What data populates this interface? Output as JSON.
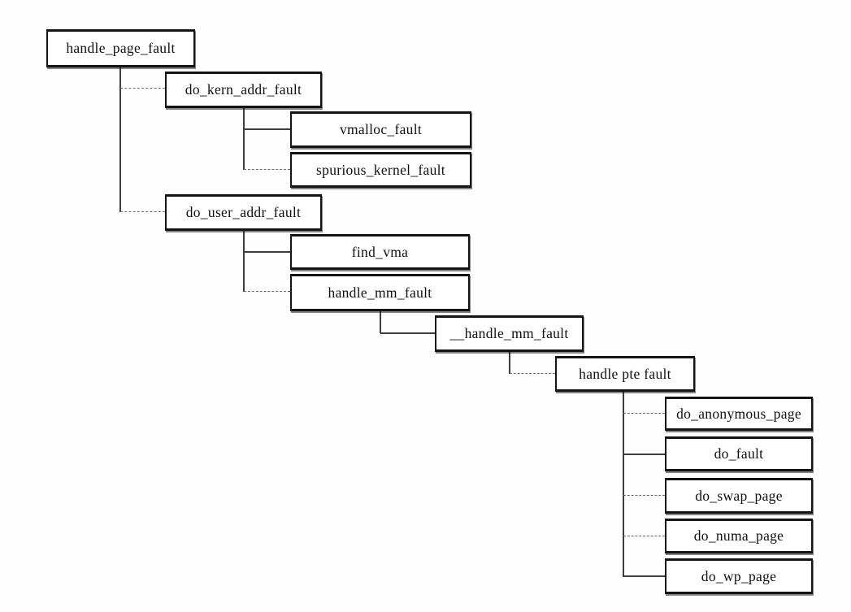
{
  "diagram": {
    "type": "tree",
    "colors": {
      "background": "#fefefe",
      "box_fill": "#ffffff",
      "box_border": "#141414",
      "line": "#3d3d3d"
    },
    "nodes": [
      {
        "id": "handle_page_fault",
        "label": "handle_page_fault",
        "parent": null
      },
      {
        "id": "do_kern_addr_fault",
        "label": "do_kern_addr_fault",
        "parent": "handle_page_fault"
      },
      {
        "id": "vmalloc_fault",
        "label": "vmalloc_fault",
        "parent": "do_kern_addr_fault"
      },
      {
        "id": "spurious_kernel_fault",
        "label": "spurious_kernel_fault",
        "parent": "do_kern_addr_fault"
      },
      {
        "id": "do_user_addr_fault",
        "label": "do_user_addr_fault",
        "parent": "handle_page_fault"
      },
      {
        "id": "find_vma",
        "label": "find_vma",
        "parent": "do_user_addr_fault"
      },
      {
        "id": "handle_mm_fault",
        "label": "handle_mm_fault",
        "parent": "do_user_addr_fault"
      },
      {
        "id": "__handle_mm_fault",
        "label": "__handle_mm_fault",
        "parent": "handle_mm_fault"
      },
      {
        "id": "handle_pte_fault",
        "label": "handle pte fault",
        "parent": "__handle_mm_fault"
      },
      {
        "id": "do_anonymous_page",
        "label": "do_anonymous_page",
        "parent": "handle_pte_fault"
      },
      {
        "id": "do_fault",
        "label": "do_fault",
        "parent": "handle_pte_fault"
      },
      {
        "id": "do_swap_page",
        "label": "do_swap_page",
        "parent": "handle_pte_fault"
      },
      {
        "id": "do_numa_page",
        "label": "do_numa_page",
        "parent": "handle_pte_fault"
      },
      {
        "id": "do_wp_page",
        "label": "do_wp_page",
        "parent": "handle_pte_fault"
      }
    ]
  }
}
